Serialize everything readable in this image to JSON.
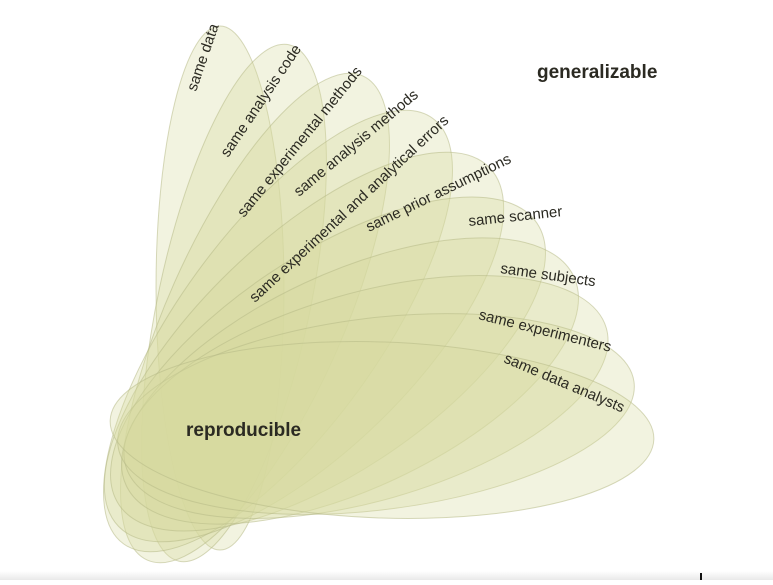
{
  "petals": [
    {
      "label": "same data"
    },
    {
      "label": "same analysis code"
    },
    {
      "label": "same experimental methods"
    },
    {
      "label": "same analysis methods"
    },
    {
      "label": "same experimental and analytical errors"
    },
    {
      "label": "same prior assumptions"
    },
    {
      "label": "same scanner"
    },
    {
      "label": "same subjects"
    },
    {
      "label": "same experimenters"
    },
    {
      "label": "same data analysts"
    }
  ],
  "center_label": "reproducible",
  "far_label": "generalizable",
  "colors": {
    "petal_fill": "#d6da9e",
    "petal_stroke": "#b7b987",
    "text": "#2b2a22"
  }
}
